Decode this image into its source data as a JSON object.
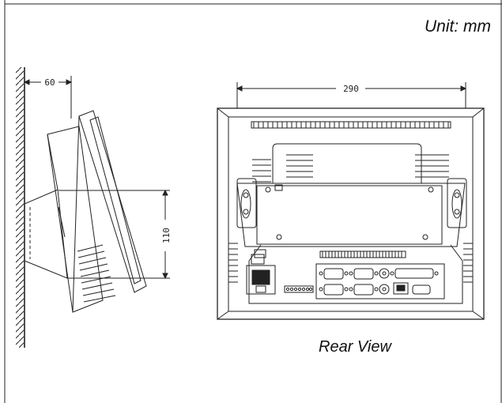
{
  "unit_label": "Unit:  mm",
  "view_label": "Rear View",
  "dimensions": {
    "wall_offset": "60",
    "width": "290",
    "height": "110"
  }
}
